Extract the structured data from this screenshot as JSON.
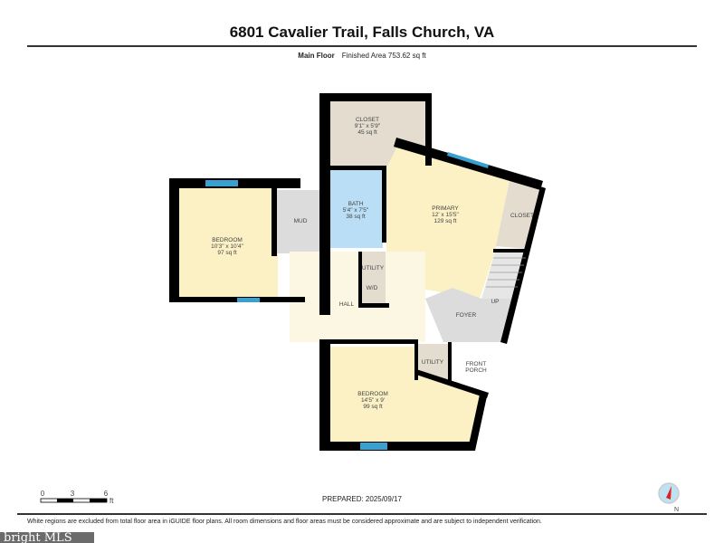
{
  "header": {
    "title": "6801 Cavalier Trail, Falls Church, VA",
    "floor": "Main Floor",
    "area": "Finished Area 753.62 sq ft"
  },
  "rooms": {
    "closet_top": {
      "name": "CLOSET",
      "dims": "9'1\" x 5'9\"",
      "area": "45 sq ft"
    },
    "bath": {
      "name": "BATH",
      "dims": "5'4\" x 7'5\"",
      "area": "38 sq ft"
    },
    "primary": {
      "name": "PRIMARY",
      "dims": "12' x 15'5\"",
      "area": "129 sq ft"
    },
    "closet_right": {
      "name": "CLOSET"
    },
    "bedroom_left": {
      "name": "BEDROOM",
      "dims": "10'3\" x 10'4\"",
      "area": "97 sq ft"
    },
    "mud": {
      "name": "MUD"
    },
    "utility_wd": {
      "name": "UTILITY",
      "sub": "W/D"
    },
    "hall": {
      "name": "HALL"
    },
    "foyer": {
      "name": "FOYER"
    },
    "stairs": {
      "label": "UP"
    },
    "utility_bottom": {
      "name": "UTILITY"
    },
    "front_porch": {
      "name": "FRONT",
      "name2": "PORCH"
    },
    "bedroom_bottom": {
      "name": "BEDROOM",
      "dims": "14'5\" x 9'",
      "area": "99 sq ft"
    }
  },
  "scale": {
    "ticks": [
      "0",
      "3",
      "6"
    ],
    "unit": "ft"
  },
  "compass": {
    "label": "N"
  },
  "footer": {
    "prepared": "PREPARED: 2025/09/17",
    "disclaimer": "White regions are excluded from total floor area in iGUIDE floor plans. All room dimensions and floor areas must be considered approximate and are subject to independent verification.",
    "logo": "bright MLS"
  },
  "colors": {
    "bedroom": "#fbf1c4",
    "closet": "#e3dccf",
    "bath": "#b9def5",
    "hall": "#fbf7e3",
    "gray": "#dcdcdc",
    "wall": "#000000",
    "window": "#3aa0d0"
  }
}
